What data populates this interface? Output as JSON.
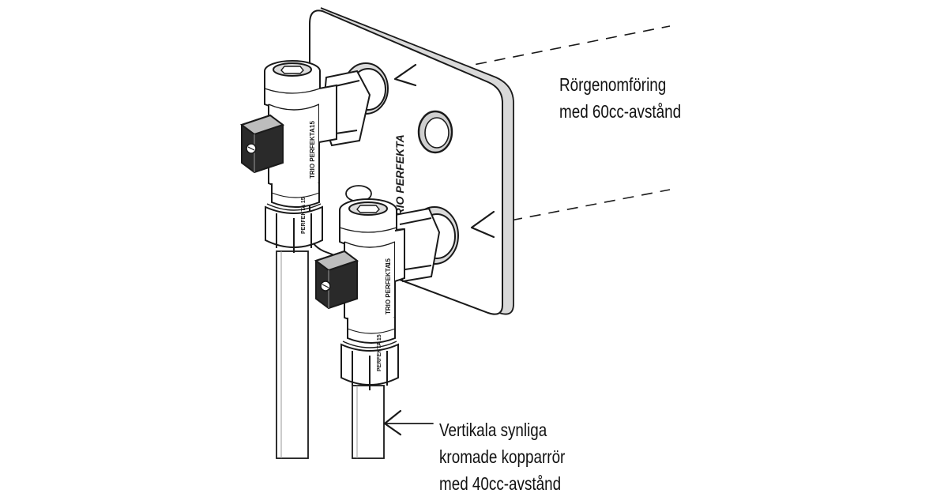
{
  "callouts": {
    "top": {
      "line1": "Rörgenomföring",
      "line2": "med 60cc-avstånd"
    },
    "bottom": {
      "line1": "Vertikala synliga",
      "line2": "kromade kopparrör",
      "line3": "med 40cc-avstånd"
    }
  },
  "product_markings": {
    "plate_brand": "TRIO PERFEKTA",
    "valve_label": "TRIO PERFEKTA",
    "valve_size": "15",
    "nut_label": "PERFEKTA 15"
  },
  "colors": {
    "line": "#1a1a1a",
    "shade": "#cfcfcf",
    "handle": "#2a2a2a"
  }
}
